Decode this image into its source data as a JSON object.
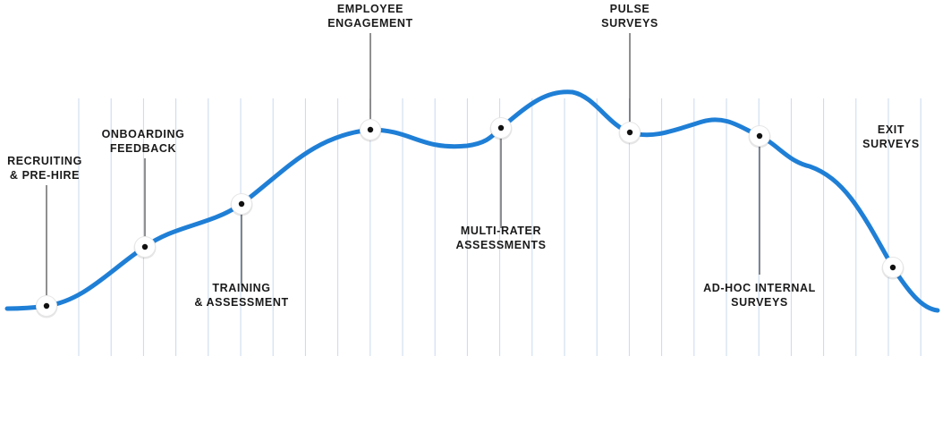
{
  "milestones": [
    {
      "id": "recruiting",
      "lines": [
        "RECRUITING",
        "& PRE-HIRE"
      ],
      "position": "above"
    },
    {
      "id": "onboarding",
      "lines": [
        "ONBOARDING",
        "FEEDBACK"
      ],
      "position": "above"
    },
    {
      "id": "training",
      "lines": [
        "TRAINING",
        "& ASSESSMENT"
      ],
      "position": "below"
    },
    {
      "id": "engagement",
      "lines": [
        "EMPLOYEE",
        "ENGAGEMENT"
      ],
      "position": "above"
    },
    {
      "id": "multi-rater",
      "lines": [
        "MULTI-RATER",
        "ASSESSMENTS"
      ],
      "position": "below"
    },
    {
      "id": "pulse",
      "lines": [
        "PULSE",
        "SURVEYS"
      ],
      "position": "above"
    },
    {
      "id": "ad-hoc",
      "lines": [
        "AD-HOC INTERNAL",
        "SURVEYS"
      ],
      "position": "below"
    },
    {
      "id": "exit",
      "lines": [
        "EXIT",
        "SURVEYS"
      ],
      "position": "above"
    }
  ],
  "colors": {
    "curve": "#1f7fd6",
    "grid": "#c9d8ee",
    "label": "#1a1a1a",
    "connector": "#222222",
    "marker_dot": "#111111"
  }
}
